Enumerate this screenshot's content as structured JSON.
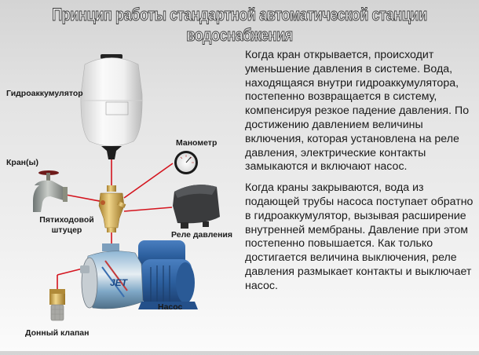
{
  "title": "Принцип работы стандартной автоматической станции водоснабжения",
  "diagram": {
    "labels": {
      "accumulator": "Гидроаккумулятор",
      "faucet": "Кран(ы)",
      "manometer": "Манометр",
      "fitting_line1": "Пятиходовой",
      "fitting_line2": "штуцер",
      "pressure_switch": "Реле давления",
      "pump": "Насос",
      "foot_valve": "Донный клапан",
      "pump_brand": "JET"
    },
    "components": [
      {
        "id": "accumulator",
        "icon": "pressure-tank-icon"
      },
      {
        "id": "faucet",
        "icon": "faucet-icon"
      },
      {
        "id": "manometer",
        "icon": "pressure-gauge-icon"
      },
      {
        "id": "fitting",
        "icon": "five-way-fitting-icon"
      },
      {
        "id": "pressure_switch",
        "icon": "pressure-switch-icon"
      },
      {
        "id": "pump",
        "icon": "pump-icon"
      },
      {
        "id": "foot_valve",
        "icon": "foot-valve-icon"
      }
    ],
    "colors": {
      "connector": "#d4141e",
      "tank": "#f2f2f2",
      "pump_blue": "#2c5f9e",
      "brass": "#c9a24a"
    }
  },
  "description": {
    "paragraph1": "Когда кран открывается, происходит уменьшение давления в системе. Вода, находящаяся внутри гидроаккумулятора, постепенно возвращается в систему, компенсируя резкое падение давления. По достижению давлением величины включения, которая установлена на реле давления, электрические контакты замыкаются и включают насос.",
    "paragraph2": "Когда краны закрываются, вода из подающей трубы насоса поступает обратно в гидроаккумулятор, вызывая расширение внутренней мембраны. Давление при этом постепенно повышается. Как только достигается величина выключения, реле давления размыкает контакты и выключает насос."
  }
}
